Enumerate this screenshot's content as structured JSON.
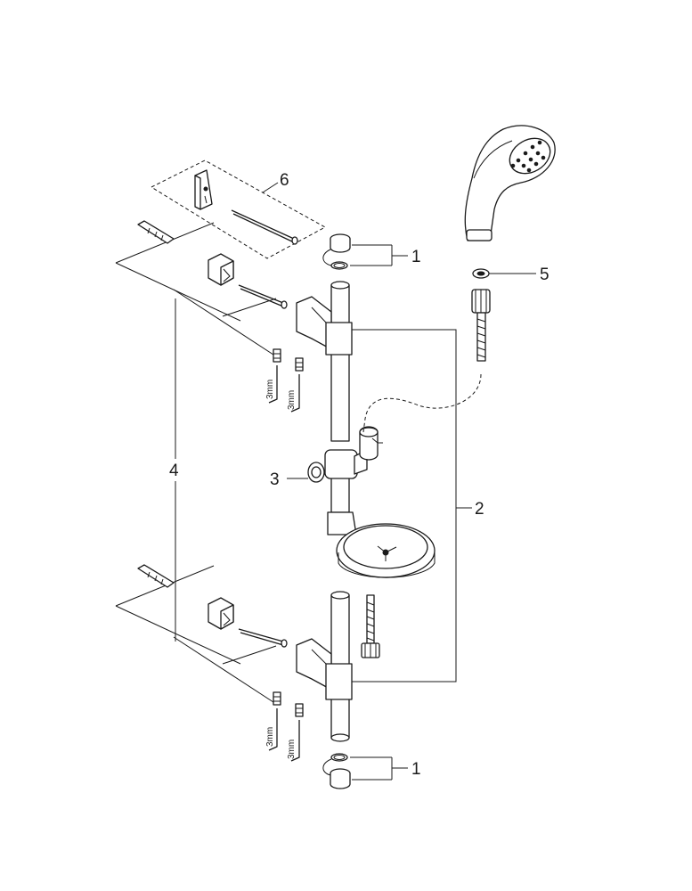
{
  "callouts": {
    "rail_end_top": "1",
    "rail_end_bottom": "1",
    "rail_assembly": "2",
    "slider": "3",
    "wall_mount": "4",
    "hose_washer": "5",
    "spare_bracket_kit": "6"
  },
  "hex_key_label": "3mm"
}
